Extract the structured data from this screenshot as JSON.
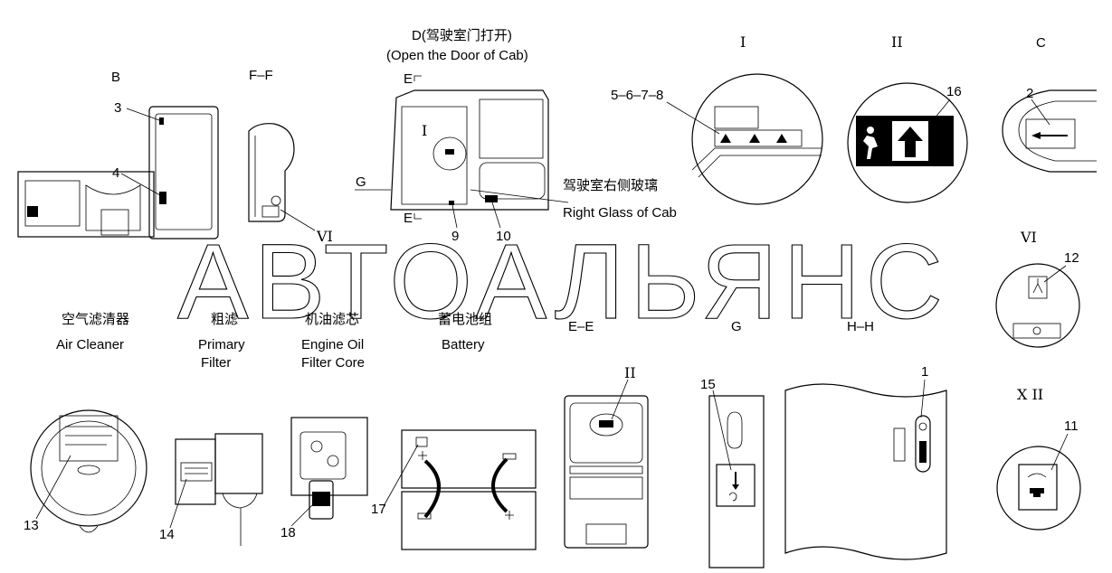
{
  "sections": {
    "b": "B",
    "ff": "F–F",
    "d_cn": "D(驾驶室门打开)",
    "d_en": "(Open the Door of Cab)",
    "detail_1": "I",
    "detail_2": "II",
    "c": "C",
    "vi": "VI",
    "ee": "E–E",
    "g": "G",
    "hh": "H–H",
    "xii": "X II"
  },
  "view_marks": {
    "e_top": "E",
    "e_bottom": "E",
    "g_arrow": "G",
    "i_mark": "I",
    "vi_mark": "VI",
    "ii_mark": "II"
  },
  "callouts": {
    "n1": "1",
    "n2": "2",
    "n3": "3",
    "n4": "4",
    "n5678": "5–6–7–8",
    "n9": "9",
    "n10": "10",
    "n11": "11",
    "n12": "12",
    "n13": "13",
    "n14": "14",
    "n15": "15",
    "n16": "16",
    "n17": "17",
    "n18": "18"
  },
  "captions": {
    "right_glass_cn": "驾驶室右侧玻璃",
    "right_glass_en": "Right Glass of Cab",
    "air_cleaner_cn": "空气滤清器",
    "air_cleaner_en": "Air Cleaner",
    "primary_cn": "粗滤",
    "primary_en1": "Primary",
    "primary_en2": "Filter",
    "oil_cn": "机油滤芯",
    "oil_en1": "Engine Oil",
    "oil_en2": "Filter Core",
    "battery_cn": "蓄电池组",
    "battery_en": "Battery"
  },
  "watermark": "АВТОАЛЬЯНС"
}
